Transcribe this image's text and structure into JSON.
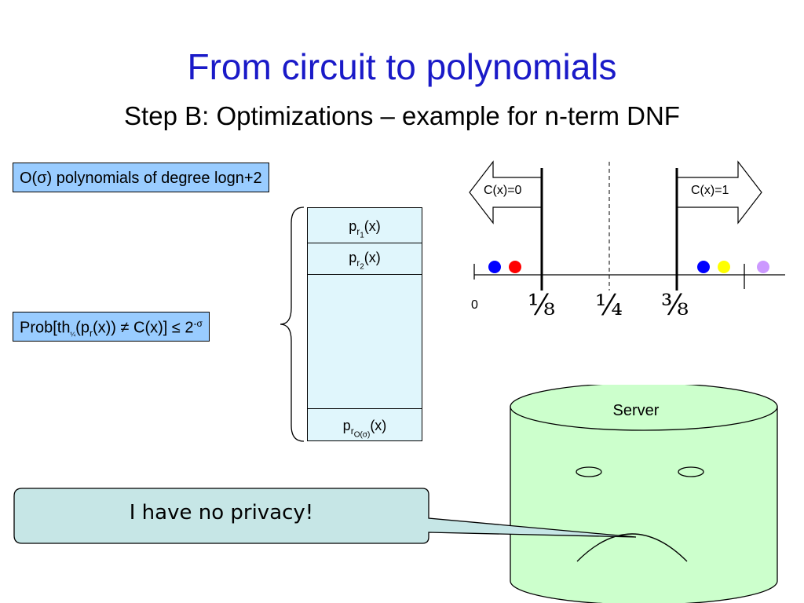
{
  "slide": {
    "title": "From circuit to polynomials",
    "subtitle": "Step B: Optimizations – example for n-term DNF"
  },
  "degree_box": {
    "text": "O(σ) polynomials of degree logn+2"
  },
  "prob_box": {
    "prefix": "Prob[th",
    "th_sub": "¼",
    "mid1": "(p",
    "r_sub": "r",
    "mid2": "(x)) ≠ C(x)] ≤ 2",
    "exp": "-σ"
  },
  "polynomials": [
    {
      "p": "p",
      "r": "r",
      "index": "1",
      "suffix": "(x)"
    },
    {
      "p": "p",
      "r": "r",
      "index": "2",
      "suffix": "(x)"
    },
    {
      "p": "p",
      "r": "r",
      "index": "O(σ)",
      "suffix": "(x)"
    }
  ],
  "number_line": {
    "zero": "0",
    "ticks": [
      "⅛",
      "¼",
      "⅜"
    ],
    "left_arrow": "C(x)=0",
    "right_arrow": "C(x)=1",
    "dot_colors": [
      "#0000ff",
      "#ff0000",
      "#0000ff",
      "#ffff00",
      "#cc99ff"
    ]
  },
  "speech_bubble": {
    "text": "I have no privacy!"
  },
  "server": {
    "label": "Server",
    "fill": "#ccffcc"
  }
}
